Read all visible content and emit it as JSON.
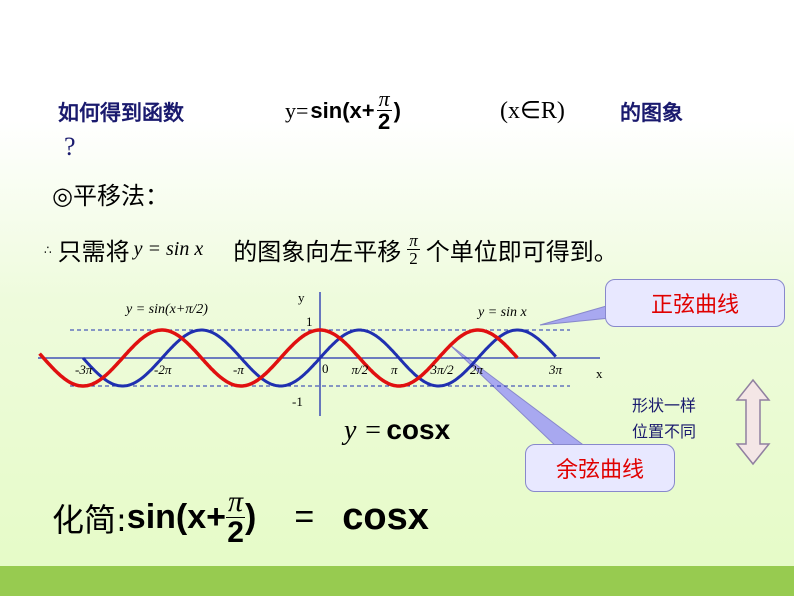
{
  "question": {
    "prefix": "如何得到函数",
    "func_lhs": "y=",
    "func_sin": "sin(x+",
    "pi": "π",
    "two": "2",
    "close": ")",
    "domain": "(x∈R)",
    "suffix": "的图象",
    "qmark": "?"
  },
  "method": "◎平移法：",
  "step": {
    "therefore": "∴",
    "a": "只需将",
    "fx": "y = sin x",
    "b": "的图象向左平移",
    "pi": "π",
    "two": "2",
    "c": "个单位即可得到。"
  },
  "graph": {
    "y_axis": "y",
    "x_axis": "x",
    "one": "1",
    "neg_one": "-1",
    "zero": "0",
    "ticks": [
      "-3π",
      "-2π",
      "-π",
      "π/2",
      "π",
      "3π/2",
      "2π",
      "3π"
    ],
    "label_shift": "y = sin(x+π/2)",
    "label_sin": "y = sin x",
    "colors": {
      "sin": "#2030b0",
      "cos": "#e01010"
    }
  },
  "ycos": {
    "lhs": "y =",
    "rhs": "cosx"
  },
  "callouts": {
    "sine": "正弦曲线",
    "cosine": "余弦曲线"
  },
  "note": {
    "line1": "形状一样",
    "line2": "位置不同"
  },
  "simplify": {
    "label": "化简:",
    "sin": "sin(x+",
    "pi": "π",
    "two": "2",
    "close": ")",
    "eq": "=",
    "result": "cosx"
  }
}
